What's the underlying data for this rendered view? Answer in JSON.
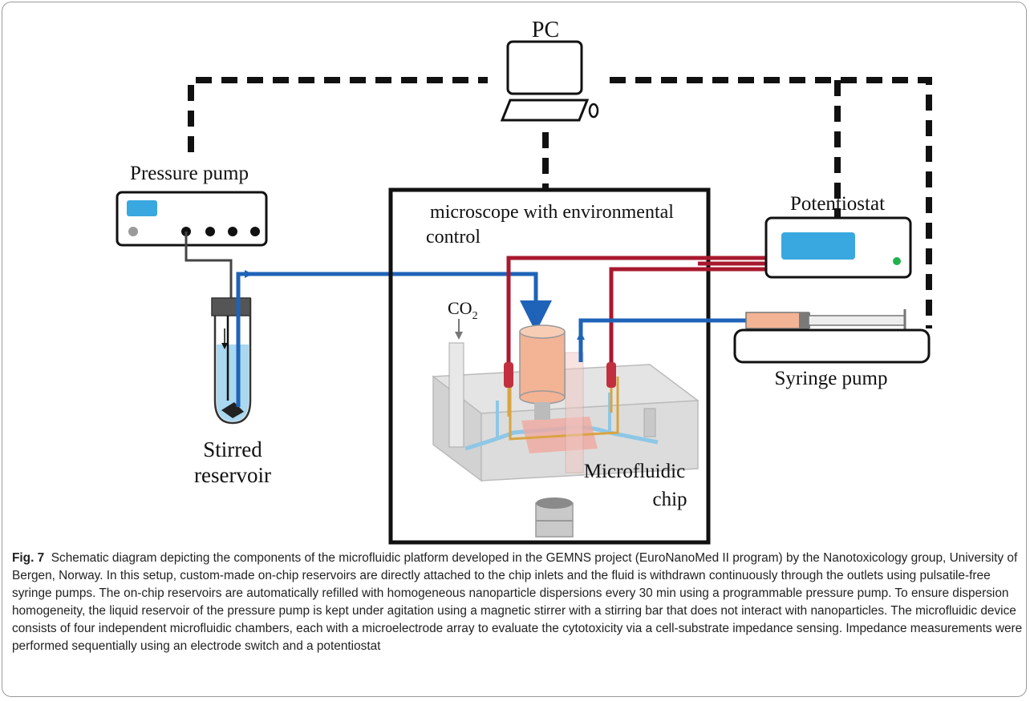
{
  "labels": {
    "pc": "PC",
    "pressure_pump": "Pressure pump",
    "stirred_reservoir_line1": "Stirred",
    "stirred_reservoir_line2": "reservoir",
    "microscope_line1": "microscope with environmental",
    "microscope_line2": "control",
    "co2": "CO",
    "co2_sub": "2",
    "potentiostat": "Potentiostat",
    "syringe_pump": "Syringe pump",
    "chip_line1": "Microfluidic",
    "chip_line2": "chip"
  },
  "caption": {
    "fig_label": "Fig. 7",
    "text": "Schematic diagram depicting the components of the microfluidic platform developed in the GEMNS project (EuroNanoMed II program) by the Nanotoxicology group, University of Bergen, Norway. In this setup, custom-made on-chip reservoirs are directly attached to the chip inlets and the fluid is withdrawn continuously through the outlets using pulsatile-free syringe pumps. The on-chip reservoirs are automatically refilled with homogeneous nanoparticle dispersions every 30 min using a programmable pressure pump. To ensure dispersion homogeneity, the liquid reservoir of the pressure pump is kept under agitation using a magnetic stirrer with a stirring bar that does not interact with nanoparticles. The microfluidic device consists of four independent microfluidic chambers, each with a microelectrode array to evaluate the cytotoxicity via a cell-substrate impedance sensing. Impedance measurements were performed sequentially using an electrode switch and a potentiostat"
  },
  "colors": {
    "fluid_line": "#1f63b8",
    "electrode_wire": "#a8192e",
    "display_panel": "#3aa8e0",
    "led": "#22b24c",
    "chamber": "#f3b395",
    "liquid": "#a9d8f0"
  }
}
